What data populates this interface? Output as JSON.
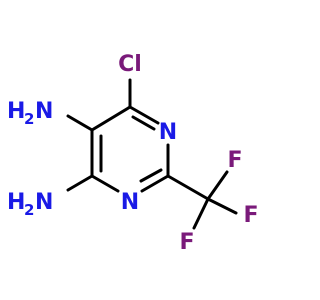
{
  "molecule": {
    "colors": {
      "bond": "#000000",
      "nitrogen": "#1a1ae6",
      "chlorine": "#7a1a7a",
      "fluorine": "#7a1a7a"
    },
    "atoms": {
      "cl": "Cl",
      "n_ring_top": "N",
      "n_ring_bottom": "N",
      "nh2_top": {
        "main": "H",
        "sub": "2",
        "tail": "N"
      },
      "nh2_bottom": {
        "main": "H",
        "sub": "2",
        "tail": "N"
      },
      "f_right_top": "F",
      "f_right_mid": "F",
      "f_bottom": "F"
    }
  }
}
